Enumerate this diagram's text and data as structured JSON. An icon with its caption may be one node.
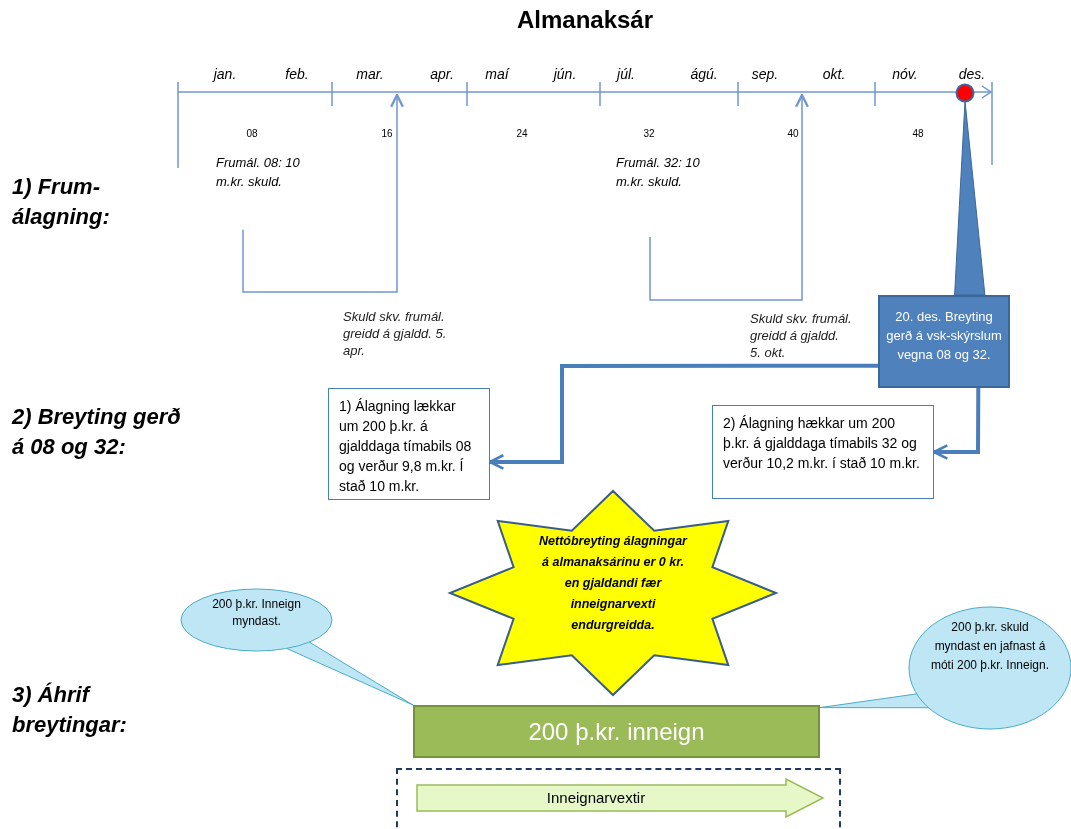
{
  "diagram": {
    "title": "Almanaksár",
    "nodes": [
      {
        "text": [
          "Frumál. 08: 10 m.kr. skuld."
        ]
      },
      {
        "text": [
          "Frumál. 32: 10 m.kr. skuld."
        ]
      },
      {
        "text": [],
        "shape": "circle"
      },
      {
        "text": [
          "20. des. Breyting gerð á vsk-skýrslum vegna 08 og 32."
        ]
      },
      {
        "text": [
          "1) Álagning lækkar um 200 þ.kr. á gjalddaga tímabils 08 og verður 9,8 m.kr. Í stað 10 m.kr."
        ]
      },
      {
        "text": [
          "2) Álagning hækkar um 200 þ.kr. á gjalddaga tímabils 32 og verður 10,2 m.kr. í stað 10 m.kr."
        ]
      },
      {
        "text": [
          "Nettóbreyting álagningar á almanaksárinu er 0 kr. en gjaldandi fær inneignarvexti endurgreidda."
        ]
      },
      {
        "text": [
          "200 þ.kr. Inneign myndast."
        ]
      },
      {
        "text": [
          "200 þ.kr. skuld myndast en jafnast á móti 200 þ.kr. Inneign."
        ]
      },
      {
        "text": [
          "200 þ.kr. inneign"
        ]
      },
      {
        "text": [],
        "shape": "box"
      },
      {
        "text": [
          "Inneignarvextir"
        ],
        "in": 10
      }
    ],
    "edges": [
      {
        "from": 0,
        "to": null,
        "arrow": "to",
        "label": "Skuld skv. frumál. greidd á gjaldd. 5. apr."
      },
      {
        "from": 1,
        "to": null,
        "arrow": "to",
        "label": "Skuld skv. frumál. greidd á gjaldd. 5. okt."
      },
      {
        "from": 3,
        "to": 2,
        "arrow": "none"
      },
      {
        "from": 3,
        "to": 4,
        "arrow": "to",
        "style": "thick"
      },
      {
        "from": 3,
        "to": 5,
        "arrow": "to",
        "style": "thick"
      },
      {
        "from": 7,
        "to": 9,
        "arrow": "none"
      },
      {
        "from": 8,
        "to": 9,
        "arrow": "none"
      }
    ],
    "labels": [
      "jan.",
      "feb.",
      "mar.",
      "apr.",
      "maí",
      "jún.",
      "júl.",
      "ágú.",
      "sep.",
      "okt.",
      "nóv.",
      "des.",
      "08",
      "16",
      "24",
      "32",
      "40",
      "48",
      "1) Frum- álagning:",
      "2) Breyting gerð á 08 og 32:",
      "3) Áhrif breytingar:"
    ]
  }
}
